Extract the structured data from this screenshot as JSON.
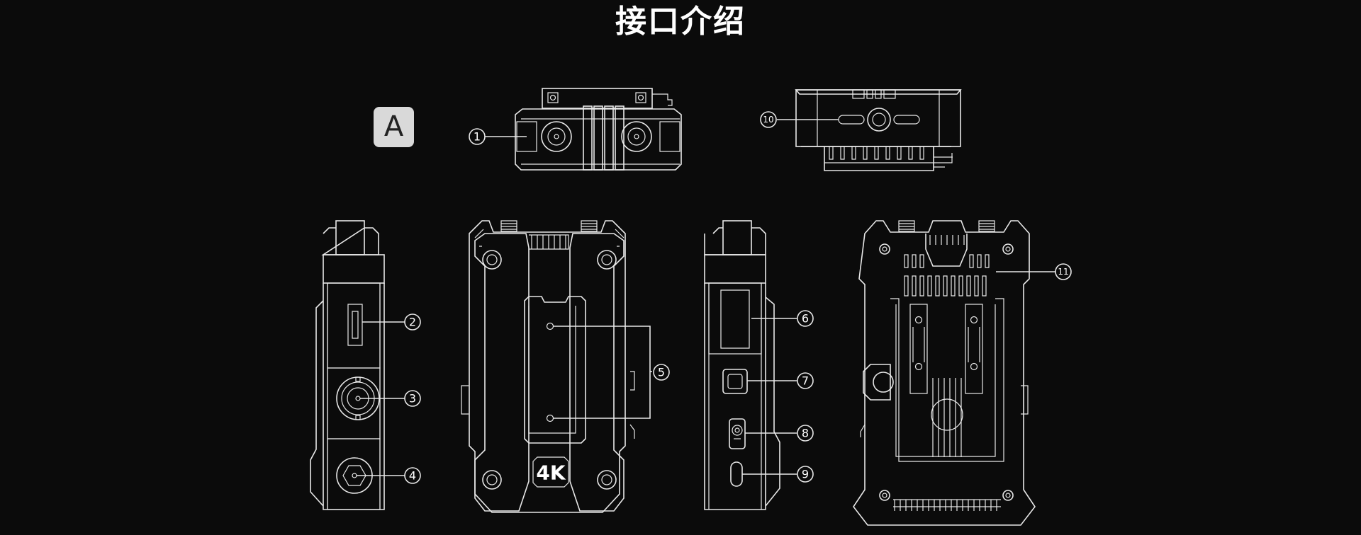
{
  "title": "接口介绍",
  "view_badge": "A",
  "model_label": "4K",
  "callouts": [
    {
      "id": "1",
      "label": "1"
    },
    {
      "id": "2",
      "label": "2"
    },
    {
      "id": "3",
      "label": "3"
    },
    {
      "id": "4",
      "label": "4"
    },
    {
      "id": "5",
      "label": "5"
    },
    {
      "id": "6",
      "label": "6"
    },
    {
      "id": "7",
      "label": "7"
    },
    {
      "id": "8",
      "label": "8"
    },
    {
      "id": "9",
      "label": "9"
    },
    {
      "id": "10",
      "label": "10"
    },
    {
      "id": "11",
      "label": "11"
    }
  ],
  "colors": {
    "background": "#0b0b0b",
    "line": "#e8e8e8",
    "badge": "#d9d9d9"
  }
}
